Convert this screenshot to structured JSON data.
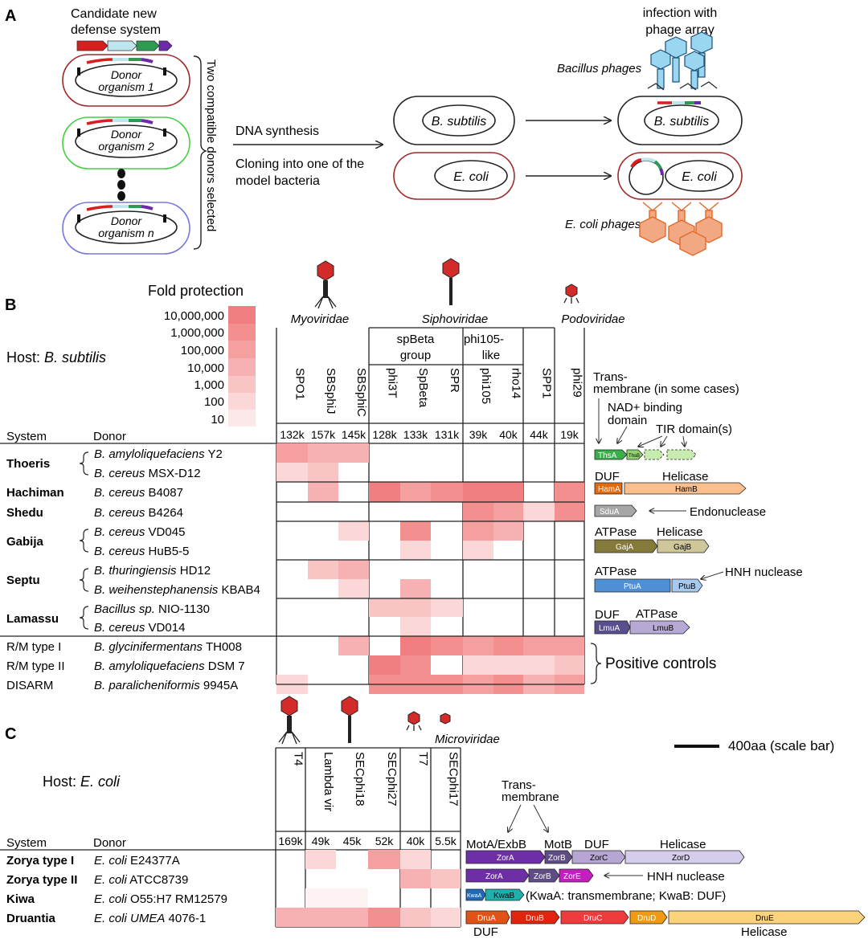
{
  "panelA": {
    "letter": "A",
    "candidate_label_1": "Candidate new",
    "candidate_label_2": "defense system",
    "donors": [
      {
        "line1": "Donor",
        "line2": "organism 1",
        "color": "#9e2a2a"
      },
      {
        "line1": "Donor",
        "line2": "organism 2",
        "color": "#44d044"
      },
      {
        "line1": "Donor",
        "line2": "organism n",
        "color": "#7777dd"
      }
    ],
    "bracket_label": "Two compatible donors selected",
    "step1": "DNA synthesis",
    "step2a": "Cloning into one of the",
    "step2b": "model bacteria",
    "host_bs": "B. subtilis",
    "host_ec": "E. coli",
    "infection_1": "infection with",
    "infection_2": "phage array",
    "bacillus_phages": "Bacillus phages",
    "ecoli_phages": "E. coli phages"
  },
  "panelB": {
    "letter": "B",
    "legend_title": "Fold protection",
    "legend_levels": [
      "10,000,000",
      "1,000,000",
      "100,000",
      "10,000",
      "1,000",
      "100",
      "10"
    ],
    "legend_colors": [
      "#f07d80",
      "#f3908f",
      "#f5a0a0",
      "#f7b1b3",
      "#f9c4c4",
      "#fbd7d8",
      "#fde8e9"
    ],
    "host_label": "Host: ",
    "host_name": "B. subtilis",
    "families": [
      "Myoviridae",
      "Siphoviridae",
      "Podoviridae"
    ],
    "groups": [
      {
        "l1": "spBeta",
        "l2": "group"
      },
      {
        "l1": "phi105-",
        "l2": "like"
      }
    ],
    "phages": [
      "SPO1",
      "SBSphiJ",
      "SBSphiC",
      "phi3T",
      "SpBeta",
      "SPR",
      "phi105",
      "rho14",
      "SPP1",
      "phi29"
    ],
    "sizes": [
      "132k",
      "157k",
      "145k",
      "128k",
      "133k",
      "131k",
      "39k",
      "40k",
      "44k",
      "19k"
    ],
    "col_system": "System",
    "col_donor": "Donor",
    "rows": [
      {
        "system": "Thoeris",
        "donor_sp": "B. amyloliquefaciens",
        "donor_strain": "Y2",
        "cells": [
          3,
          4,
          4,
          0,
          0,
          0,
          0,
          0,
          0,
          0
        ]
      },
      {
        "system": "",
        "donor_sp": "B. cereus",
        "donor_strain": "MSX-D12",
        "cells": [
          6,
          5,
          0,
          0,
          0,
          0,
          0,
          0,
          0,
          0
        ]
      },
      {
        "system": "Hachiman",
        "donor_sp": "B. cereus",
        "donor_strain": "B4087",
        "cells": [
          0,
          4,
          0,
          1,
          3,
          2,
          1,
          1,
          0,
          2
        ]
      },
      {
        "system": "Shedu",
        "donor_sp": "B. cereus",
        "donor_strain": "B4264",
        "cells": [
          0,
          0,
          0,
          0,
          0,
          0,
          2,
          3,
          6,
          2
        ]
      },
      {
        "system": "Gabija",
        "donor_sp": "B. cereus",
        "donor_strain": "VD045",
        "cells": [
          0,
          0,
          6,
          0,
          2,
          0,
          3,
          4,
          0,
          0
        ]
      },
      {
        "system": "",
        "donor_sp": "B. cereus",
        "donor_strain": "HuB5-5",
        "cells": [
          0,
          0,
          0,
          0,
          6,
          0,
          6,
          0,
          0,
          0
        ]
      },
      {
        "system": "Septu",
        "donor_sp": "B. thuringiensis",
        "donor_strain": "HD12",
        "cells": [
          0,
          5,
          4,
          0,
          0,
          0,
          0,
          0,
          0,
          0
        ]
      },
      {
        "system": "",
        "donor_sp": "B. weihenstephanensis",
        "donor_strain": "KBAB4",
        "cells": [
          0,
          0,
          6,
          0,
          4,
          0,
          0,
          0,
          0,
          0
        ]
      },
      {
        "system": "Lamassu",
        "donor_sp": "Bacillus sp.",
        "donor_strain": "NIO-1130",
        "cells": [
          0,
          0,
          0,
          5,
          5,
          6,
          0,
          0,
          0,
          0
        ]
      },
      {
        "system": "",
        "donor_sp": "B. cereus",
        "donor_strain": "VD014",
        "cells": [
          0,
          0,
          0,
          0,
          6,
          0,
          0,
          0,
          0,
          0
        ]
      },
      {
        "system": "R/M type I",
        "donor_sp": "B. glycinifermentans",
        "donor_strain": "TH008",
        "cells": [
          0,
          0,
          4,
          0,
          1,
          2,
          3,
          2,
          3,
          3
        ]
      },
      {
        "system": "R/M type II",
        "donor_sp": "B. amyloliquefaciens",
        "donor_strain": "DSM 7",
        "cells": [
          0,
          0,
          0,
          1,
          2,
          0,
          6,
          6,
          6,
          5
        ]
      },
      {
        "system": "DISARM",
        "donor_sp": "B. paralicheniformis",
        "donor_strain": "9945A",
        "cells": [
          6,
          0,
          0,
          2,
          2,
          2,
          3,
          2,
          4,
          3
        ]
      }
    ],
    "positive_controls": "Positive controls",
    "ann_transmembrane_1": "Trans-",
    "ann_transmembrane_2": "membrane (in some cases)",
    "ann_nad_1": "NAD+ binding",
    "ann_nad_2": "domain",
    "ann_tir": "TIR domain(s)",
    "ann_duf_1": "DUF",
    "ann_helicase_1": "Helicase",
    "ann_endonuclease": "Endonuclease",
    "ann_atpase_1": "ATPase",
    "ann_helicase_2": "Helicase",
    "ann_atpase_2": "ATPase",
    "ann_hnh": "HNH nuclease",
    "ann_duf_2": "DUF",
    "ann_atpase_3": "ATPase",
    "genes": {
      "thsA": "ThsA",
      "thsB": "ThsB",
      "hamA": "HamA",
      "hamB": "HamB",
      "sduA": "SduA",
      "gajA": "GajA",
      "gajB": "GajB",
      "ptuA": "PtuA",
      "ptuB": "PtuB",
      "lmuA": "LmuA",
      "lmuB": "LmuB"
    }
  },
  "panelC": {
    "letter": "C",
    "host_label": "Host: ",
    "host_name": "E. coli",
    "family": "Microviridae",
    "phages": [
      "T4",
      "Lambda vir",
      "SECphi18",
      "SECphi27",
      "T7",
      "SECphi17"
    ],
    "sizes": [
      "169k",
      "49k",
      "45k",
      "52k",
      "40k",
      "5.5k"
    ],
    "col_system": "System",
    "col_donor": "Donor",
    "scale_bar": "400aa (scale bar)",
    "rows": [
      {
        "system": "Zorya type I",
        "donor_sp": "E. coli",
        "donor_strain": "E24377A",
        "cells": [
          0,
          6,
          0,
          3,
          6,
          0
        ]
      },
      {
        "system": "Zorya type II",
        "donor_sp": "E. coli",
        "donor_strain": "ATCC8739",
        "cells": [
          0,
          0,
          0,
          0,
          4,
          5
        ]
      },
      {
        "system": "Kiwa",
        "donor_sp": "E. coli",
        "donor_strain": "O55:H7 RM12579",
        "cells": [
          0,
          7,
          7,
          0,
          0,
          0
        ]
      },
      {
        "system": "Druantia",
        "donor_sp": "E. coli UMEA",
        "donor_strain": "4076-1",
        "cells": [
          4,
          4,
          4,
          2,
          5,
          6
        ]
      }
    ],
    "ann_transmembrane_1": "Trans-",
    "ann_transmembrane_2": "membrane",
    "ann_motA": "MotA/ExbB",
    "ann_motB": "MotB",
    "ann_duf": "DUF",
    "ann_helicase": "Helicase",
    "ann_hnh": "HNH nuclease",
    "ann_kiwa": "(KwaA: transmembrane; KwaB: DUF)",
    "ann_duf_bottom": "DUF",
    "ann_helicase_bottom": "Helicase",
    "genes": {
      "zorA": "ZorA",
      "zorB": "ZorB",
      "zorC": "ZorC",
      "zorD": "ZorD",
      "zorE": "ZorE",
      "kwaA": "KwaA",
      "kwaB": "KwaB",
      "druA": "DruA",
      "druB": "DruB",
      "druC": "DruC",
      "druD": "DruD",
      "druE": "DruE"
    }
  }
}
